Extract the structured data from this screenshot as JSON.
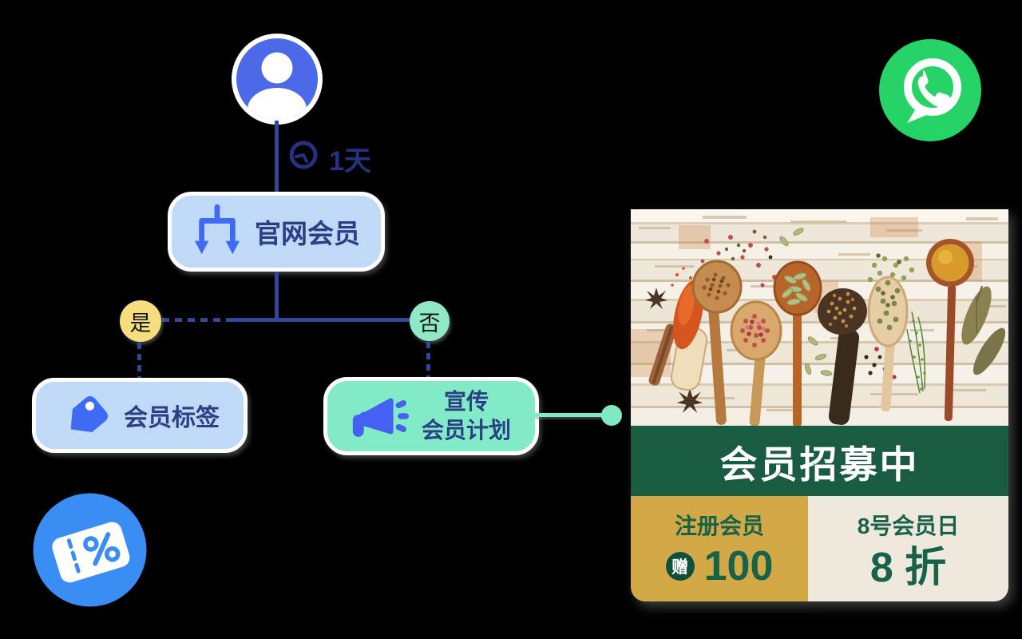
{
  "colors": {
    "background": "#000000",
    "avatar_blue": "#4C69E8",
    "node_blue_bg": "#BFD9F7",
    "icon_blue": "#3D6CF3",
    "navy_text": "#26327E",
    "line_navy": "#32479B",
    "yes_yellow": "#F6DD7D",
    "mint_green": "#82EAC6",
    "connector_mint": "#7FE9C3",
    "whatsapp_green": "#25D366",
    "coupon_blue": "#3A8DF2",
    "card_band_green": "#1A5C42",
    "card_gold": "#D3A947",
    "card_beige": "#EFE8DC",
    "card_text_green": "#176249"
  },
  "flow": {
    "user_icon": "user-avatar-icon",
    "delay": {
      "icon": "clock-icon",
      "label": "1天"
    },
    "decision_node": {
      "icon": "branch-split-icon",
      "label": "官网会员"
    },
    "branch_yes": {
      "label": "是"
    },
    "branch_no": {
      "label": "否"
    },
    "tag_node": {
      "icon": "tag-icon",
      "label": "会员标签"
    },
    "promo_node": {
      "icon": "megaphone-icon",
      "label_line1": "宣传",
      "label_line2": "会员计划"
    }
  },
  "badges": {
    "whatsapp": "whatsapp-icon",
    "coupon": "discount-coupon-icon"
  },
  "promo_card": {
    "title": "会员招募中",
    "signup": {
      "heading": "注册会员",
      "gift_badge": "赠",
      "gift_value": "100"
    },
    "member_day": {
      "heading": "8号会员日",
      "discount": "8 折"
    }
  }
}
